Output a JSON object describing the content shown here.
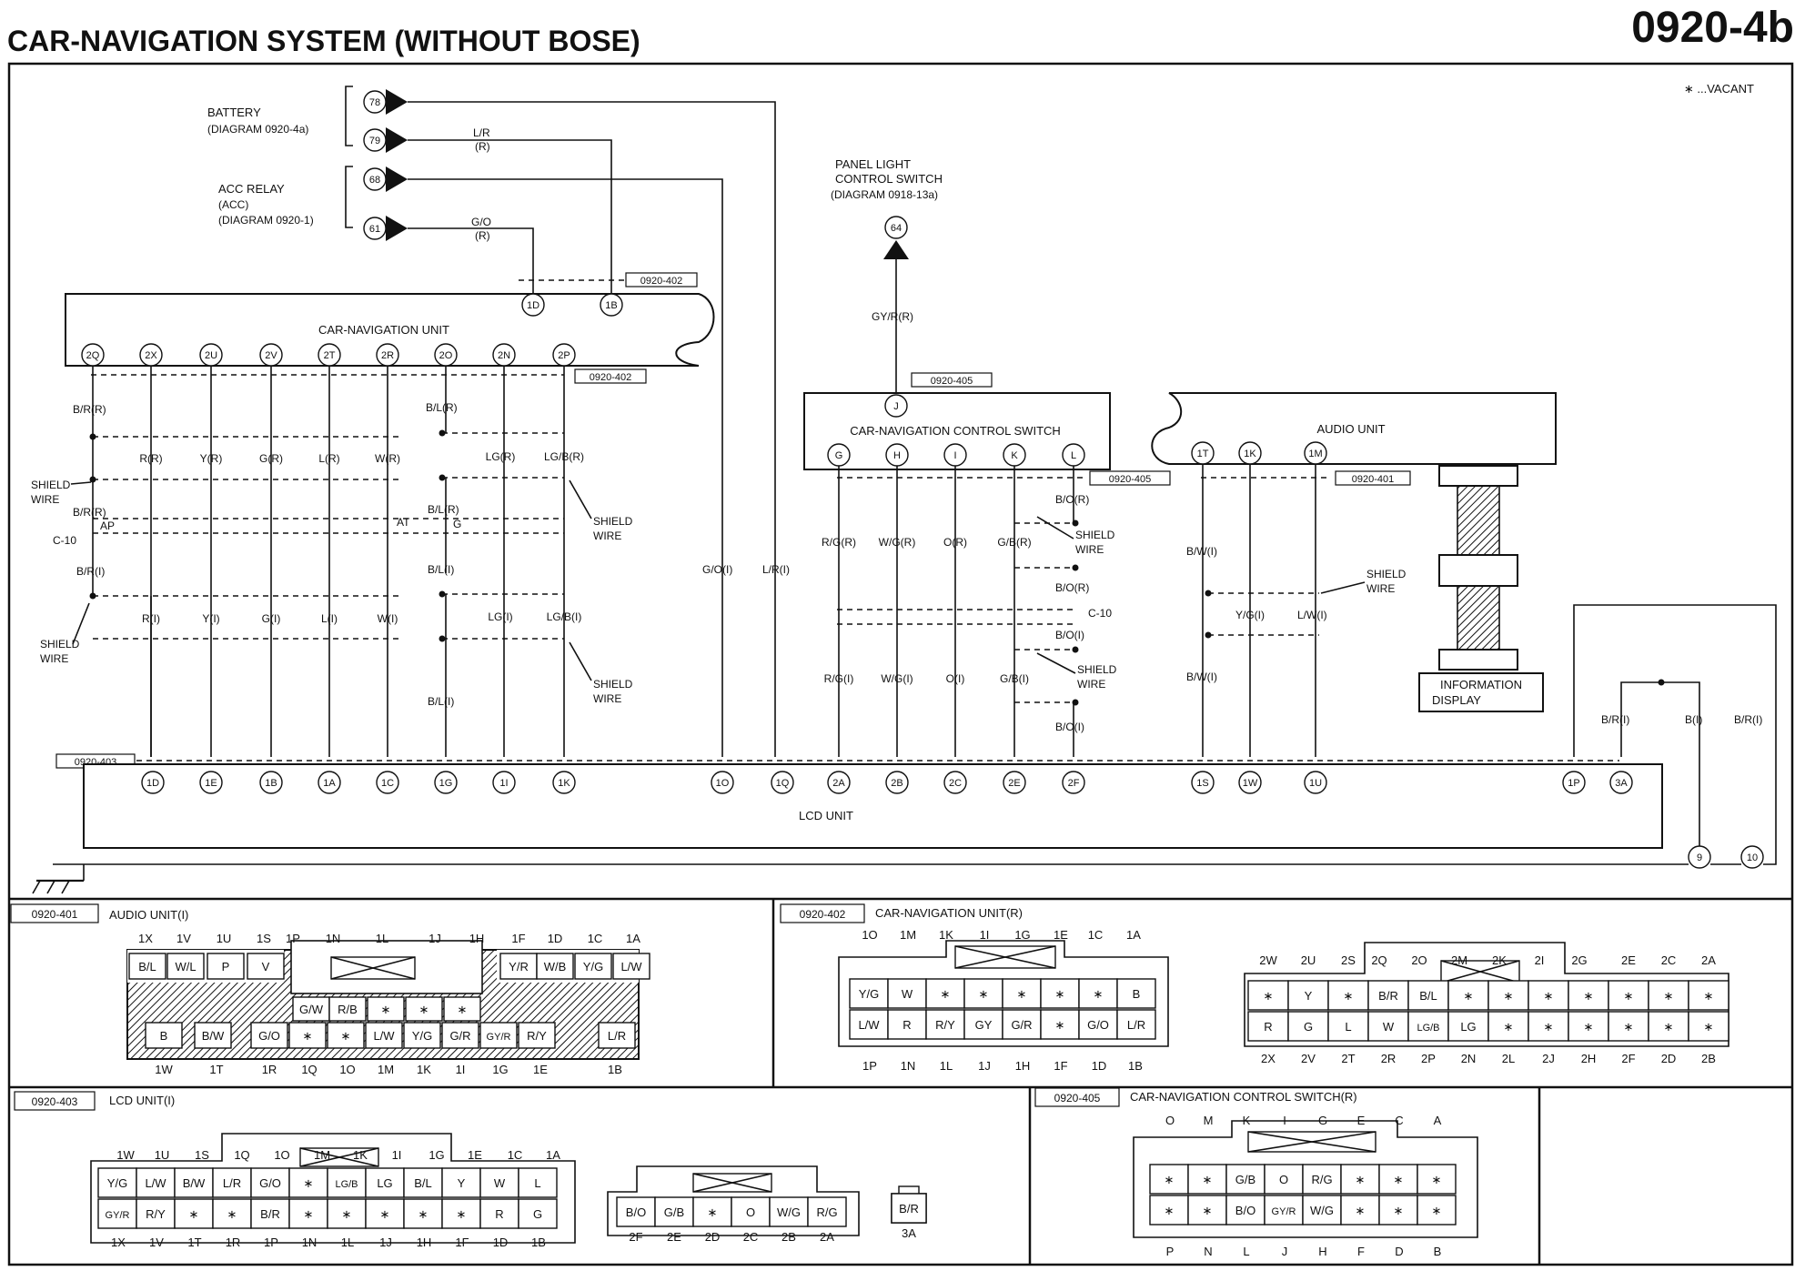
{
  "title": "CAR-NAVIGATION SYSTEM (WITHOUT BOSE)",
  "page_code": "0920-4b",
  "legend_vacant": "∗ ...VACANT",
  "sources": {
    "battery": "BATTERY",
    "battery_ref": "(DIAGRAM 0920-4a)",
    "acc_relay": "ACC RELAY",
    "acc_sub": "(ACC)",
    "acc_ref": "(DIAGRAM 0920-1)",
    "panel_light": "PANEL LIGHT",
    "panel_light2": "CONTROL SWITCH",
    "panel_light_ref": "(DIAGRAM 0918-13a)",
    "terms": [
      "78",
      "79",
      "68",
      "61",
      "64"
    ],
    "wire_lr": "L/R",
    "wire_lr_r": "(R)",
    "wire_go": "G/O",
    "wire_go_r": "(R)",
    "wire_gyr": "GY/R(R)"
  },
  "units": {
    "car_nav": "CAR-NAVIGATION UNIT",
    "control_switch": "CAR-NAVIGATION CONTROL SWITCH",
    "audio": "AUDIO UNIT",
    "lcd": "LCD UNIT",
    "info_display": "INFORMATION",
    "info_display2": "DISPLAY"
  },
  "connector_tags": [
    "0920-402",
    "0920-402",
    "0920-405",
    "0920-405",
    "0920-401",
    "0920-403"
  ],
  "nav_pins_top": [
    "1D",
    "1B"
  ],
  "nav_pins": [
    "2Q",
    "2X",
    "2U",
    "2V",
    "2T",
    "2R",
    "2O",
    "2N",
    "2P"
  ],
  "nav_wires_r": [
    "B/R(R)",
    "R(R)",
    "Y(R)",
    "G(R)",
    "L(R)",
    "W(R)",
    "B/L(R)",
    "LG(R)",
    "LG/B(R)"
  ],
  "nav_wires_i": [
    "B/R(I)",
    "R(I)",
    "Y(I)",
    "G(I)",
    "L(I)",
    "W(I)",
    "B/L(I)",
    "LG(I)",
    "LG/B(I)"
  ],
  "nav_mid": {
    "br_r2": "B/R(R)",
    "bl_r2": "B/L(R)",
    "c10": "C-10",
    "ap": "AP",
    "at": "AT",
    "g": "G",
    "bl_i2": "B/L(I)",
    "go_i": "G/O(I)",
    "lr_i": "L/R(I)"
  },
  "shield_wire": [
    "SHIELD",
    "WIRE"
  ],
  "cs_pins": [
    "G",
    "H",
    "I",
    "K",
    "L"
  ],
  "cs_pin_j": "J",
  "cs_wires_r": [
    "R/G(R)",
    "W/G(R)",
    "O(R)",
    "G/B(R)",
    "B/O(R)"
  ],
  "cs_wires_i": [
    "R/G(I)",
    "W/G(I)",
    "O(I)",
    "G/B(I)",
    "B/O(I)"
  ],
  "cs_mid": {
    "bo_r2": "B/O(R)",
    "c10": "C-10",
    "bo_i2": "B/O(I)"
  },
  "au_pins": [
    "1T",
    "1K",
    "1M"
  ],
  "au_wires": [
    "B/W(I)",
    "Y/G(I)",
    "L/W(I)",
    "B/W(I)"
  ],
  "lcd_pins": [
    "1D",
    "1E",
    "1B",
    "1A",
    "1C",
    "1G",
    "1I",
    "1K",
    "1O",
    "1Q",
    "2A",
    "2B",
    "2C",
    "2E",
    "2F",
    "1S",
    "1W",
    "1U",
    "1P",
    "3A"
  ],
  "right_wires": [
    "B/R(I)",
    "B(I)",
    "B/R(I)"
  ],
  "right_terms": [
    "9",
    "10"
  ],
  "panels": {
    "p401": {
      "tag": "0920-401",
      "name": "AUDIO UNIT(I)",
      "top_labels": [
        "1X",
        "1V",
        "1U",
        "1S",
        "1P",
        "1N",
        "1L",
        "1J",
        "1H",
        "1F",
        "1D",
        "1C",
        "1A"
      ],
      "row1": [
        "B/L",
        "W/L",
        "P",
        "V",
        "Y/R",
        "W/B",
        "Y/G",
        "L/W"
      ],
      "row_mid": [
        "G/W",
        "R/B",
        "∗",
        "∗",
        "∗"
      ],
      "row2": [
        "B",
        "B/W",
        "G/O",
        "∗",
        "∗",
        "L/W",
        "Y/G",
        "G/R",
        "GY/R",
        "R/Y",
        "L/R"
      ],
      "bottom_labels": [
        "1W",
        "1T",
        "1R",
        "1Q",
        "1O",
        "1M",
        "1K",
        "1I",
        "1G",
        "1E",
        "1B"
      ]
    },
    "p402": {
      "tag": "0920-402",
      "name": "CAR-NAVIGATION UNIT(R)",
      "a_top": [
        "1O",
        "1M",
        "1K",
        "1I",
        "1G",
        "1E",
        "1C",
        "1A"
      ],
      "a_row1": [
        "Y/G",
        "W",
        "∗",
        "∗",
        "∗",
        "∗",
        "∗",
        "B"
      ],
      "a_row2": [
        "L/W",
        "R",
        "R/Y",
        "GY",
        "G/R",
        "∗",
        "G/O",
        "L/R"
      ],
      "a_bottom": [
        "1P",
        "1N",
        "1L",
        "1J",
        "1H",
        "1F",
        "1D",
        "1B"
      ],
      "b_top": [
        "2Q",
        "2O",
        "2M",
        "2K",
        "2I",
        "2G",
        "2W",
        "2U",
        "2S",
        "2E",
        "2C",
        "2A"
      ],
      "b_row1": [
        "∗",
        "Y",
        "∗",
        "B/R",
        "B/L",
        "∗",
        "∗",
        "∗",
        "∗",
        "∗",
        "∗",
        "∗"
      ],
      "b_row2": [
        "R",
        "G",
        "L",
        "W",
        "LG/B",
        "LG",
        "∗",
        "∗",
        "∗",
        "∗",
        "∗",
        "∗"
      ],
      "b_bottom": [
        "2X",
        "2V",
        "2T",
        "2R",
        "2P",
        "2N",
        "2L",
        "2J",
        "2H",
        "2F",
        "2D",
        "2B"
      ]
    },
    "p403": {
      "tag": "0920-403",
      "name": "LCD UNIT(I)",
      "a_top": [
        "1W",
        "1U",
        "1S",
        "1Q",
        "1O",
        "1M",
        "1K",
        "1I",
        "1G",
        "1E",
        "1C",
        "1A"
      ],
      "a_row1": [
        "Y/G",
        "L/W",
        "B/W",
        "L/R",
        "G/O",
        "∗",
        "LG/B",
        "LG",
        "B/L",
        "Y",
        "W",
        "L"
      ],
      "a_row2": [
        "GY/R",
        "R/Y",
        "∗",
        "∗",
        "B/R",
        "∗",
        "∗",
        "∗",
        "∗",
        "∗",
        "R",
        "G"
      ],
      "a_bottom": [
        "1X",
        "1V",
        "1T",
        "1R",
        "1P",
        "1N",
        "1L",
        "1J",
        "1H",
        "1F",
        "1D",
        "1B"
      ],
      "b_row": [
        "B/O",
        "G/B",
        "∗",
        "O",
        "W/G",
        "R/G"
      ],
      "b_bottom": [
        "2F",
        "2E",
        "2D",
        "2C",
        "2B",
        "2A"
      ],
      "c_cell": "B/R",
      "c_label": "3A"
    },
    "p405": {
      "tag": "0920-405",
      "name": "CAR-NAVIGATION CONTROL SWITCH(R)",
      "top": [
        "O",
        "M",
        "K",
        "I",
        "G",
        "E",
        "C",
        "A"
      ],
      "row1": [
        "∗",
        "∗",
        "G/B",
        "O",
        "R/G",
        "∗",
        "∗",
        "∗"
      ],
      "row2": [
        "∗",
        "∗",
        "B/O",
        "GY/R",
        "W/G",
        "∗",
        "∗",
        "∗"
      ],
      "bottom": [
        "P",
        "N",
        "L",
        "J",
        "H",
        "F",
        "D",
        "B"
      ]
    }
  }
}
